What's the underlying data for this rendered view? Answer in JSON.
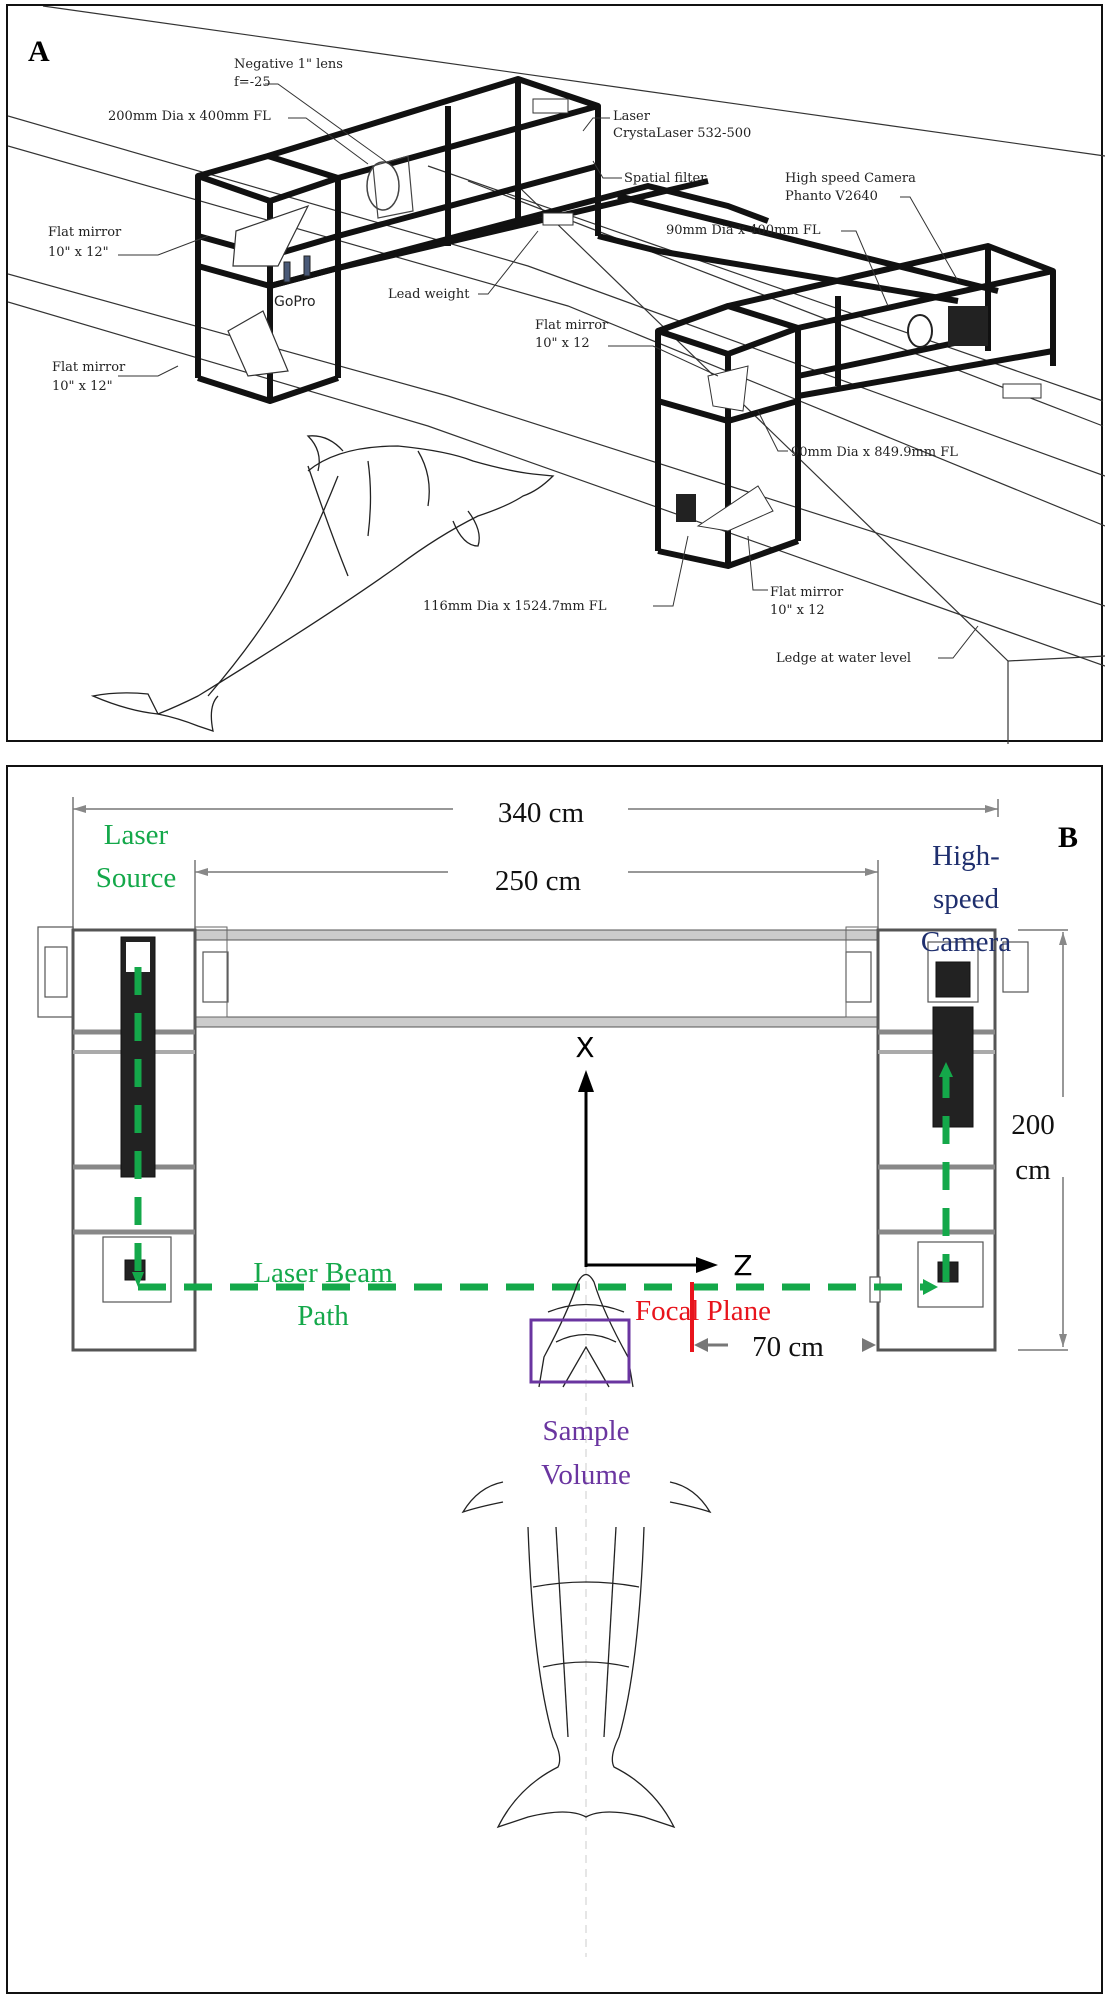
{
  "colors": {
    "laser_green": "#14a84a",
    "camera_navy": "#1f2f6e",
    "focal_red": "#e8141c",
    "sample_purple": "#6a35a0",
    "gopro_blue": "#4a5a78"
  },
  "panel_a": {
    "letter": "A",
    "labels": {
      "neg_lens_line1": "Negative 1\"  lens",
      "neg_lens_line2": "f=-25",
      "lens_200": "200mm Dia x 400mm FL",
      "laser_line1": "Laser",
      "laser_line2": "CrystaLaser 532-500",
      "spatial_filter": "Spatial filter",
      "camera_line1": "High speed Camera",
      "camera_line2": "Phanto V2640",
      "flat_mirror_1_line1": "Flat mirror",
      "flat_mirror_1_line2": "10\" x 12\"",
      "flat_mirror_2_line1": "Flat mirror",
      "flat_mirror_2_line2": "10\" x 12\"",
      "gopro": "GoPro",
      "lead_weight": "Lead weight",
      "lens_90_400": "90mm Dia x 400mm FL",
      "flat_mirror_3_line1": "Flat mirror",
      "flat_mirror_3_line2": "10\" x 12",
      "lens_90_849": "90mm Dia x 849.9mm FL",
      "lens_116": "116mm Dia x 1524.7mm FL",
      "flat_mirror_4_line1": "Flat mirror",
      "flat_mirror_4_line2": "10\" x 12",
      "ledge": "Ledge at water level"
    }
  },
  "panel_b": {
    "letter": "B",
    "dim_total": "340 cm",
    "dim_span": "250 cm",
    "dim_height_line1": "200",
    "dim_height_line2": "cm",
    "dim_focal": "70 cm",
    "laser_source_line1": "Laser",
    "laser_source_line2": "Source",
    "camera_line1": "High-",
    "camera_line2": "speed",
    "camera_line3": "Camera",
    "beam_line1": "Laser Beam",
    "beam_line2": "Path",
    "focal_plane": "Focal Plane",
    "sample_line1": "Sample",
    "sample_line2": "Volume",
    "axis_x": "X",
    "axis_z": "Z"
  }
}
